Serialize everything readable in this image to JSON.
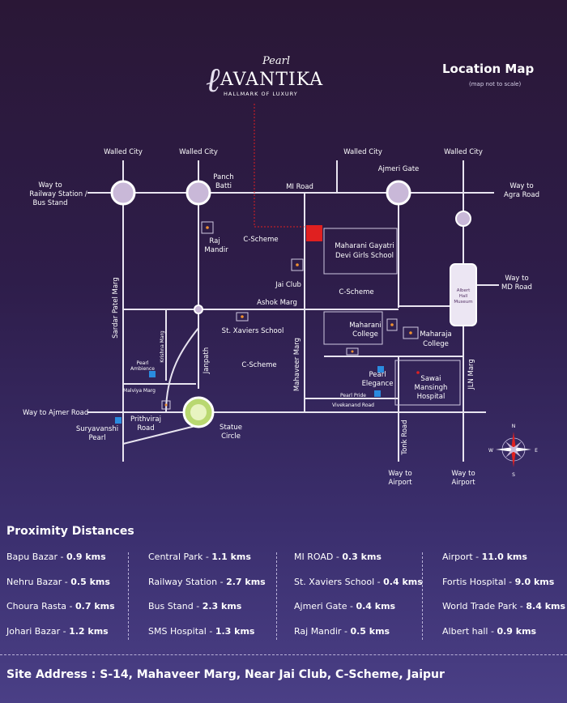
{
  "brand": {
    "pearl": "Pearl",
    "name": "AVANTIKA",
    "tagline": "HALLMARK OF LUXURY"
  },
  "map": {
    "title": "Location Map",
    "note": "(map not to scale)",
    "labels": {
      "walled_city_1": "Walled City",
      "walled_city_2": "Walled City",
      "walled_city_3": "Walled City",
      "walled_city_4": "Walled City",
      "ajmeri_gate": "Ajmeri Gate",
      "panch_batti_1": "Panch",
      "panch_batti_2": "Batti",
      "mi_road": "MI Road",
      "way_railway_1": "Way to",
      "way_railway_2": "Railway Station /",
      "way_railway_3": "Bus Stand",
      "way_agra_1": "Way to",
      "way_agra_2": "Agra Road",
      "way_md_1": "Way to",
      "way_md_2": "MD Road",
      "way_ajmer": "Way to Ajmer Road",
      "way_airport_1a": "Way to",
      "way_airport_1b": "Airport",
      "way_airport_2a": "Way to",
      "way_airport_2b": "Airport",
      "raj_mandir_1": "Raj",
      "raj_mandir_2": "Mandir",
      "c_scheme_1": "C-Scheme",
      "c_scheme_2": "C-Scheme",
      "c_scheme_3": "C-Scheme",
      "maharani_school_1": "Maharani Gayatri",
      "maharani_school_2": "Devi Girls School",
      "jai_club": "Jai Club",
      "ashok_marg": "Ashok Marg",
      "st_xaviers": "St. Xaviers School",
      "maharani_college_1": "Maharani",
      "maharani_college_2": "College",
      "maharaja_college_1": "Maharaja",
      "maharaja_college_2": "College",
      "albert_hall_1": "Albert",
      "albert_hall_2": "Hall",
      "albert_hall_3": "Museum",
      "sardar_patel": "Sardar Patel Marg",
      "krishna_marg": "Krishna Marg",
      "pearl_ambience_1": "Pearl",
      "pearl_ambience_2": "Ambience",
      "malviya_marg": "Malviya Marg",
      "suryavanshi_1": "Suryavanshi",
      "suryavanshi_2": "Pearl",
      "prithviraj_1": "Prithviraj",
      "prithviraj_2": "Road",
      "janpath": "Janpath",
      "statue_1": "Statue",
      "statue_2": "Circle",
      "mahaveer_marg": "Mahaveer Marg",
      "pearl_elegance_1": "Pearl",
      "pearl_elegance_2": "Elegance",
      "pearl_pride": "Pearl Pride",
      "vivekanand": "Vivekanand Road",
      "sawai_1": "Sawai",
      "sawai_2": "Mansingh",
      "sawai_3": "Hospital",
      "tonk_road": "Tonk Road",
      "jln_marg": "JLN Marg",
      "compass_n": "N",
      "compass_s": "S",
      "compass_e": "E",
      "compass_w": "W"
    }
  },
  "proximity": {
    "title": "Proximity Distances",
    "columns": [
      [
        {
          "place": "Bapu Bazar",
          "distance": "0.9 kms"
        },
        {
          "place": "Nehru Bazar",
          "distance": "0.5 kms"
        },
        {
          "place": "Choura Rasta",
          "distance": "0.7 kms"
        },
        {
          "place": "Johari Bazar",
          "distance": "1.2 kms"
        }
      ],
      [
        {
          "place": "Central Park",
          "distance": "1.1 kms"
        },
        {
          "place": "Railway Station",
          "distance": "2.7 kms"
        },
        {
          "place": "Bus Stand",
          "distance": "2.3 kms"
        },
        {
          "place": "SMS Hospital",
          "distance": "1.3 kms"
        }
      ],
      [
        {
          "place": "MI ROAD",
          "distance": "0.3 kms"
        },
        {
          "place": "St. Xaviers School",
          "distance": "0.4 kms"
        },
        {
          "place": "Ajmeri Gate",
          "distance": "0.4 kms"
        },
        {
          "place": "Raj Mandir",
          "distance": "0.5 kms"
        }
      ],
      [
        {
          "place": "Airport",
          "distance": "11.0 kms"
        },
        {
          "place": "Fortis Hospital",
          "distance": "9.0 kms"
        },
        {
          "place": "World Trade Park",
          "distance": "8.4 kms"
        },
        {
          "place": "Albert hall",
          "distance": "0.9 kms"
        }
      ]
    ]
  },
  "site_address": "Site Address : S-14, Mahaveer Marg, Near Jai Club, C-Scheme, Jaipur",
  "colors": {
    "road": "#e8e4f0",
    "circle_fill": "#c9b8d8",
    "site_marker": "#e02020",
    "landmark_dot": "#f09030",
    "project_marker": "#2a8ce0",
    "albert_hall_fill": "#ece6f3"
  }
}
